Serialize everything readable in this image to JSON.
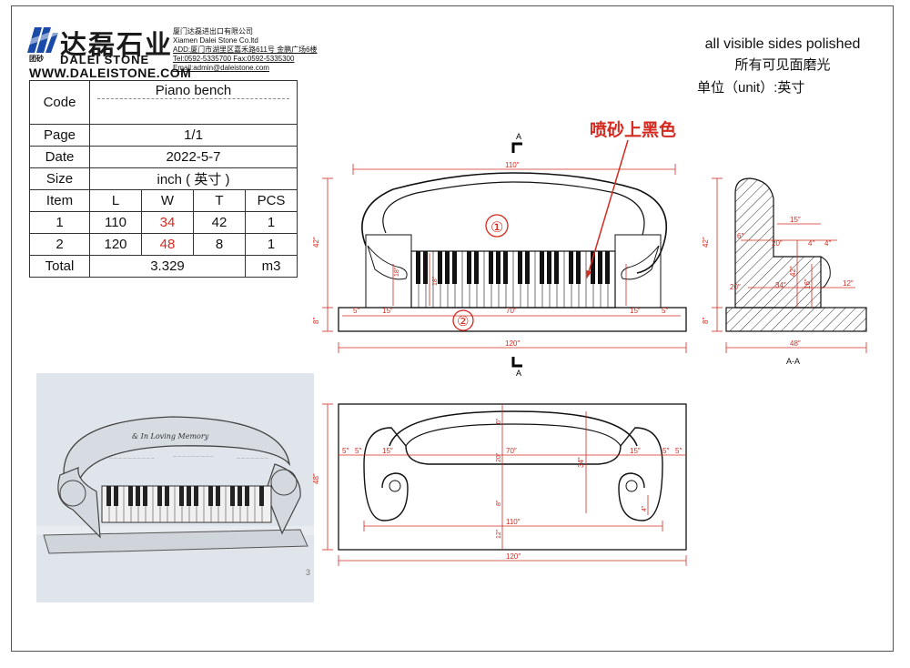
{
  "company": {
    "name_cn": "达磊石业",
    "name_en": "DALEI STONE",
    "logo_sub": "团砂",
    "website": "WWW.DALEISTONE.COM",
    "lines": [
      "厦门达磊进出口有限公司",
      "Xiamen Dalei Stone Co.ltd",
      "ADD:厦门市湖里区嘉禾路611号 金鹏广场6楼",
      "Tel:0592-5335700 Fax:0592-5335300",
      "Email:admin@daleistone.com"
    ]
  },
  "notes": {
    "en": "all visible sides polished",
    "cn": "所有可见面磨光",
    "unit": "单位（unit）:英寸"
  },
  "annotation": "喷砂上黑色",
  "spec": {
    "code_label": "Code",
    "code_value": "Piano bench",
    "page_label": "Page",
    "page_value": "1/1",
    "date_label": "Date",
    "date_value": "2022-5-7",
    "size_label": "Size",
    "size_value": "inch ( 英寸 )",
    "headers": [
      "Item",
      "L",
      "W",
      "T",
      "PCS"
    ],
    "rows": [
      [
        "1",
        "110",
        "34",
        "42",
        "1"
      ],
      [
        "2",
        "120",
        "48",
        "8",
        "1"
      ]
    ],
    "total_label": "Total",
    "total_value": "3.329",
    "total_unit": "m3"
  },
  "photo_caption": "& In Loving Memory",
  "front": {
    "marker1": "①",
    "marker2": "②",
    "section_mark": "A",
    "dim_top": "110″",
    "dim_bottom": "120″",
    "dim_left_h": "42″",
    "dim_left_base": "8″",
    "dim_base": [
      "5″",
      "15″",
      "70″",
      "15″",
      "5″"
    ],
    "dim_keys": "18″",
    "dim_hand": "18″"
  },
  "section": {
    "label": "A-A",
    "dims": [
      "15″",
      "6″",
      "20″",
      "4″",
      "4″",
      "20″",
      "34″",
      "42″",
      "16″",
      "12″",
      "42″",
      "8″",
      "48″"
    ]
  },
  "top": {
    "dims_w": [
      "5″",
      "5″",
      "15″",
      "70″",
      "15″",
      "5″",
      "5″"
    ],
    "dim_left": "48″",
    "dim_mid": "20″",
    "dim_6": "6″",
    "dim_8": "8″",
    "dim_34": "34″",
    "dim_12": "12″",
    "dim_4": "4″",
    "dim_110": "110″",
    "dim_120": "120″"
  }
}
